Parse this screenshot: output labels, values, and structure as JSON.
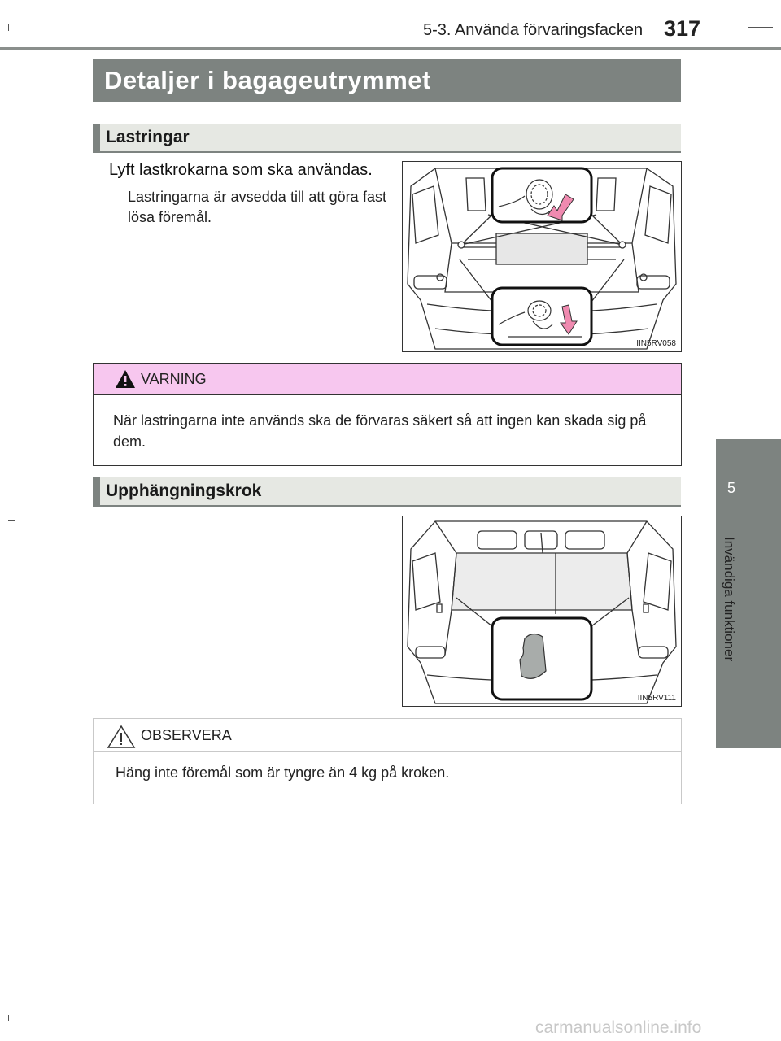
{
  "header": {
    "section": "5-3. Använda förvaringsfacken",
    "page_number": "317"
  },
  "title": "Detaljer i bagageutrymmet",
  "lastringar": {
    "heading": "Lastringar",
    "step": "Lyft lastkrokarna som ska användas.",
    "description": "Lastringarna är avsedda till att göra fast lösa föremål.",
    "figure_code": "IIN5RV058"
  },
  "warning": {
    "label": "VARNING",
    "text": "När lastringarna inte används ska de förvaras säkert så att ingen kan skada sig på dem."
  },
  "upphangningskrok": {
    "heading": "Upphängningskrok",
    "figure_code": "IIN5RV111"
  },
  "notice": {
    "label": "OBSERVERA",
    "text": "Häng inte föremål som är tyngre än 4 kg på kroken."
  },
  "side_tab": {
    "number": "5",
    "label": "Invändiga funktioner"
  },
  "watermark": "carmanualsonline.info",
  "colors": {
    "bar_gray": "#7d8380",
    "warning_pink": "#f7c7ef",
    "highlight_pink": "#f08ab0"
  }
}
